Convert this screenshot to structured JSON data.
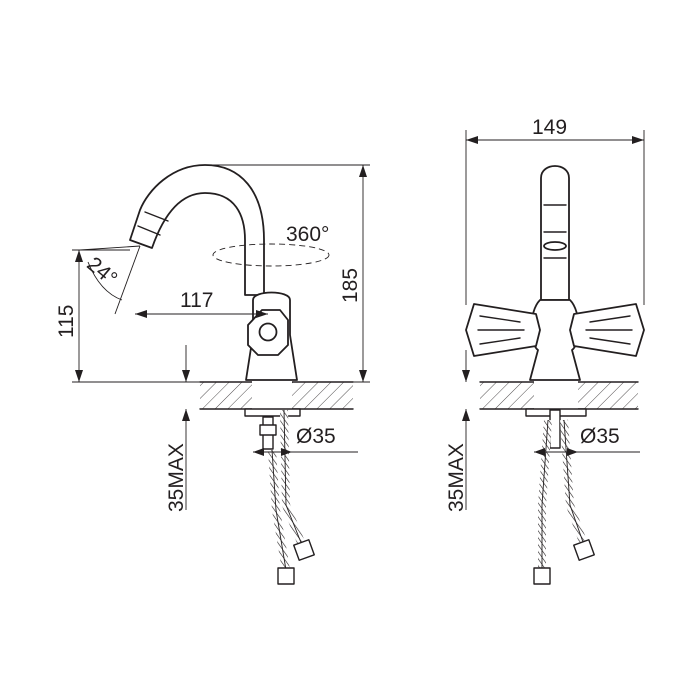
{
  "side_view": {
    "angle_label": "24°",
    "rotation_label": "360°",
    "reach_label": "117",
    "height_label": "185",
    "spout_height_label": "115",
    "hole_label": "Ø35",
    "thickness_label": "35MAX"
  },
  "front_view": {
    "width_label": "149",
    "hole_label": "Ø35",
    "thickness_label": "35MAX"
  },
  "colors": {
    "line": "#231f20",
    "background": "#ffffff",
    "hose": "#9a9a9a"
  }
}
